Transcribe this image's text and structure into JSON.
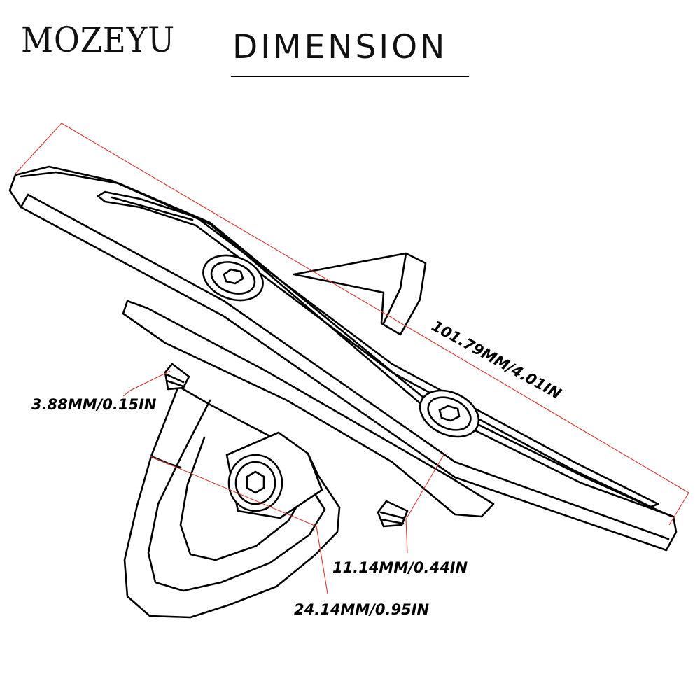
{
  "brand": "MOZEYU",
  "title": "DIMENSION",
  "dimensions": {
    "length": "101.79MM/4.01IN",
    "thread": "3.88MM/0.15IN",
    "offset": "11.14MM/0.44IN",
    "width": "24.14MM/0.95IN"
  },
  "colors": {
    "line": "#000000",
    "dimension_line": "#d8352f",
    "background": "#ffffff"
  }
}
